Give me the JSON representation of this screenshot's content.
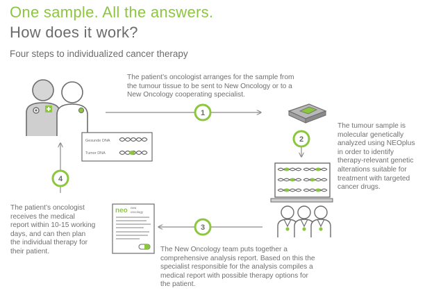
{
  "header": {
    "title": "One sample. All the answers.",
    "subtitle": "How does it work?",
    "tagline": "Four steps to individualized cancer therapy"
  },
  "steps": [
    {
      "number": "1",
      "lines": [
        "The patient’s oncologist arranges for the sample from",
        "the tumour tissue to be sent to New Oncology or to a",
        "New Oncology cooperating specialist."
      ]
    },
    {
      "number": "2",
      "lines": [
        "The tumour sample is",
        "molecular genetically",
        "analyzed using NEOplus",
        "in order to identify",
        "therapy-relevant genetic",
        "alterations suitable for",
        "treatment with targeted",
        "cancer drugs."
      ]
    },
    {
      "number": "3",
      "lines": [
        "The New Oncology team puts together a",
        "comprehensive analysis report. Based on this the",
        "specialist responsible for the analysis compiles a",
        "medical report with possible therapy options for",
        "the patient."
      ]
    },
    {
      "number": "4",
      "lines": [
        "The patient’s oncologist",
        "receives the medical",
        "report within 10-15 working",
        "days, and can then plan",
        "the individual therapy for",
        "their patient."
      ]
    }
  ],
  "dna_panel": {
    "healthy_label": "Gesunde DNA",
    "tumor_label": "Tumor DNA"
  },
  "report_logo": {
    "mark": "neo",
    "line1": "new",
    "line2": "oncology"
  },
  "colors": {
    "accent": "#8cc63f",
    "gray": "#6b6b6b",
    "light_gray": "#d9d9d9"
  }
}
